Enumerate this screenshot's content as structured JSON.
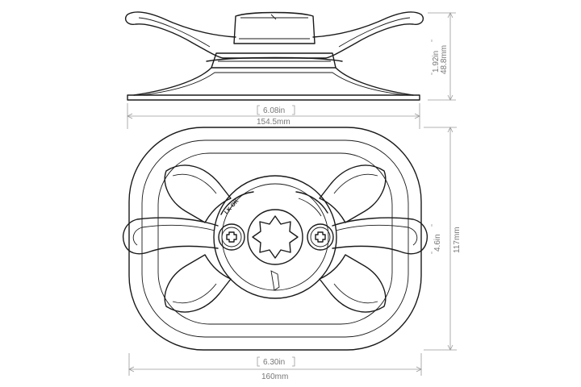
{
  "dimensions": {
    "top_width_in": "6.08in",
    "top_width_mm": "154.5mm",
    "bottom_width_in": "6.30in",
    "bottom_width_mm": "160mm",
    "side_height_in": "1.92in",
    "side_height_mm": "48.8mm",
    "plan_height_in": "4.6in",
    "plan_height_mm": "117mm"
  },
  "labels": {
    "lock_marking": "LK-OK"
  }
}
